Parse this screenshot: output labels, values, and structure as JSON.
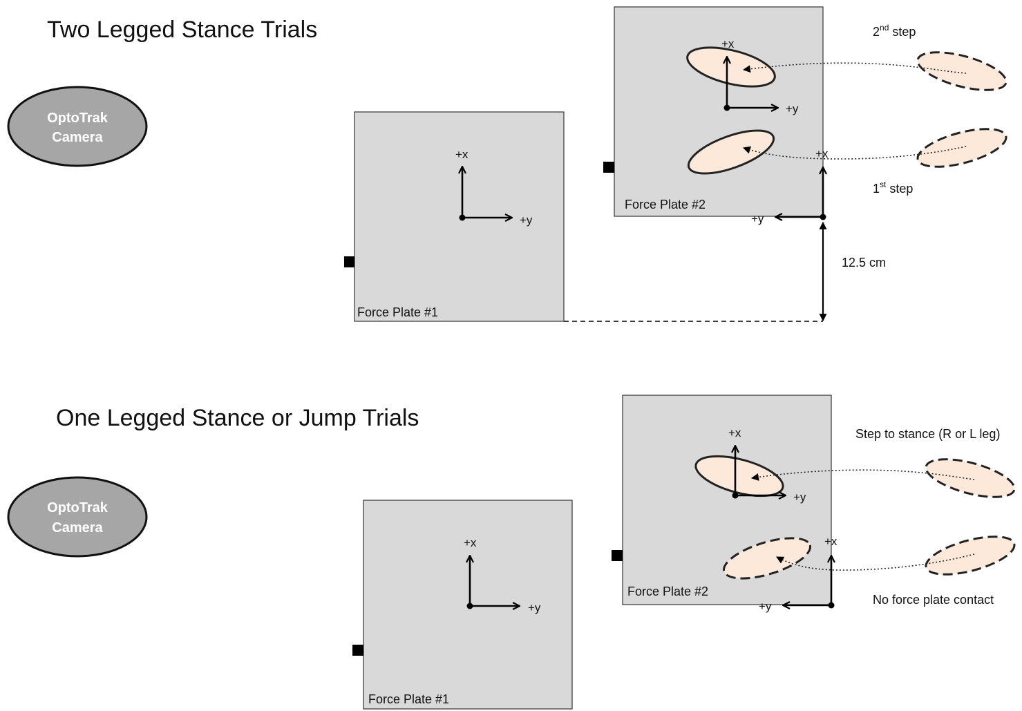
{
  "panels": {
    "two_legged": {
      "title": "Two Legged Stance Trials",
      "camera_line1": "OptoTrak",
      "camera_line2": "Camera",
      "plate1_label": "Force Plate #1",
      "plate2_label": "Force Plate #2",
      "axis_x": "+x",
      "axis_y": "+y",
      "step2_base": "2",
      "step2_sup": "nd",
      "step2_text": " step",
      "step1_base": "1",
      "step1_sup": "st",
      "step1_text": " step",
      "distance": "12.5 cm"
    },
    "one_legged": {
      "title": "One Legged Stance or Jump Trials",
      "camera_line1": "OptoTrak",
      "camera_line2": "Camera",
      "plate1_label": "Force Plate #1",
      "plate2_label": "Force Plate #2",
      "axis_x": "+x",
      "axis_y": "+y",
      "step_stance": "Step to stance (R or L leg)",
      "no_contact": "No force plate contact"
    }
  },
  "colors": {
    "plate_fill": "#d9d9d9",
    "camera_fill": "#a6a6a6",
    "foot_fill": "#fde9d9",
    "outline": "#222222"
  }
}
